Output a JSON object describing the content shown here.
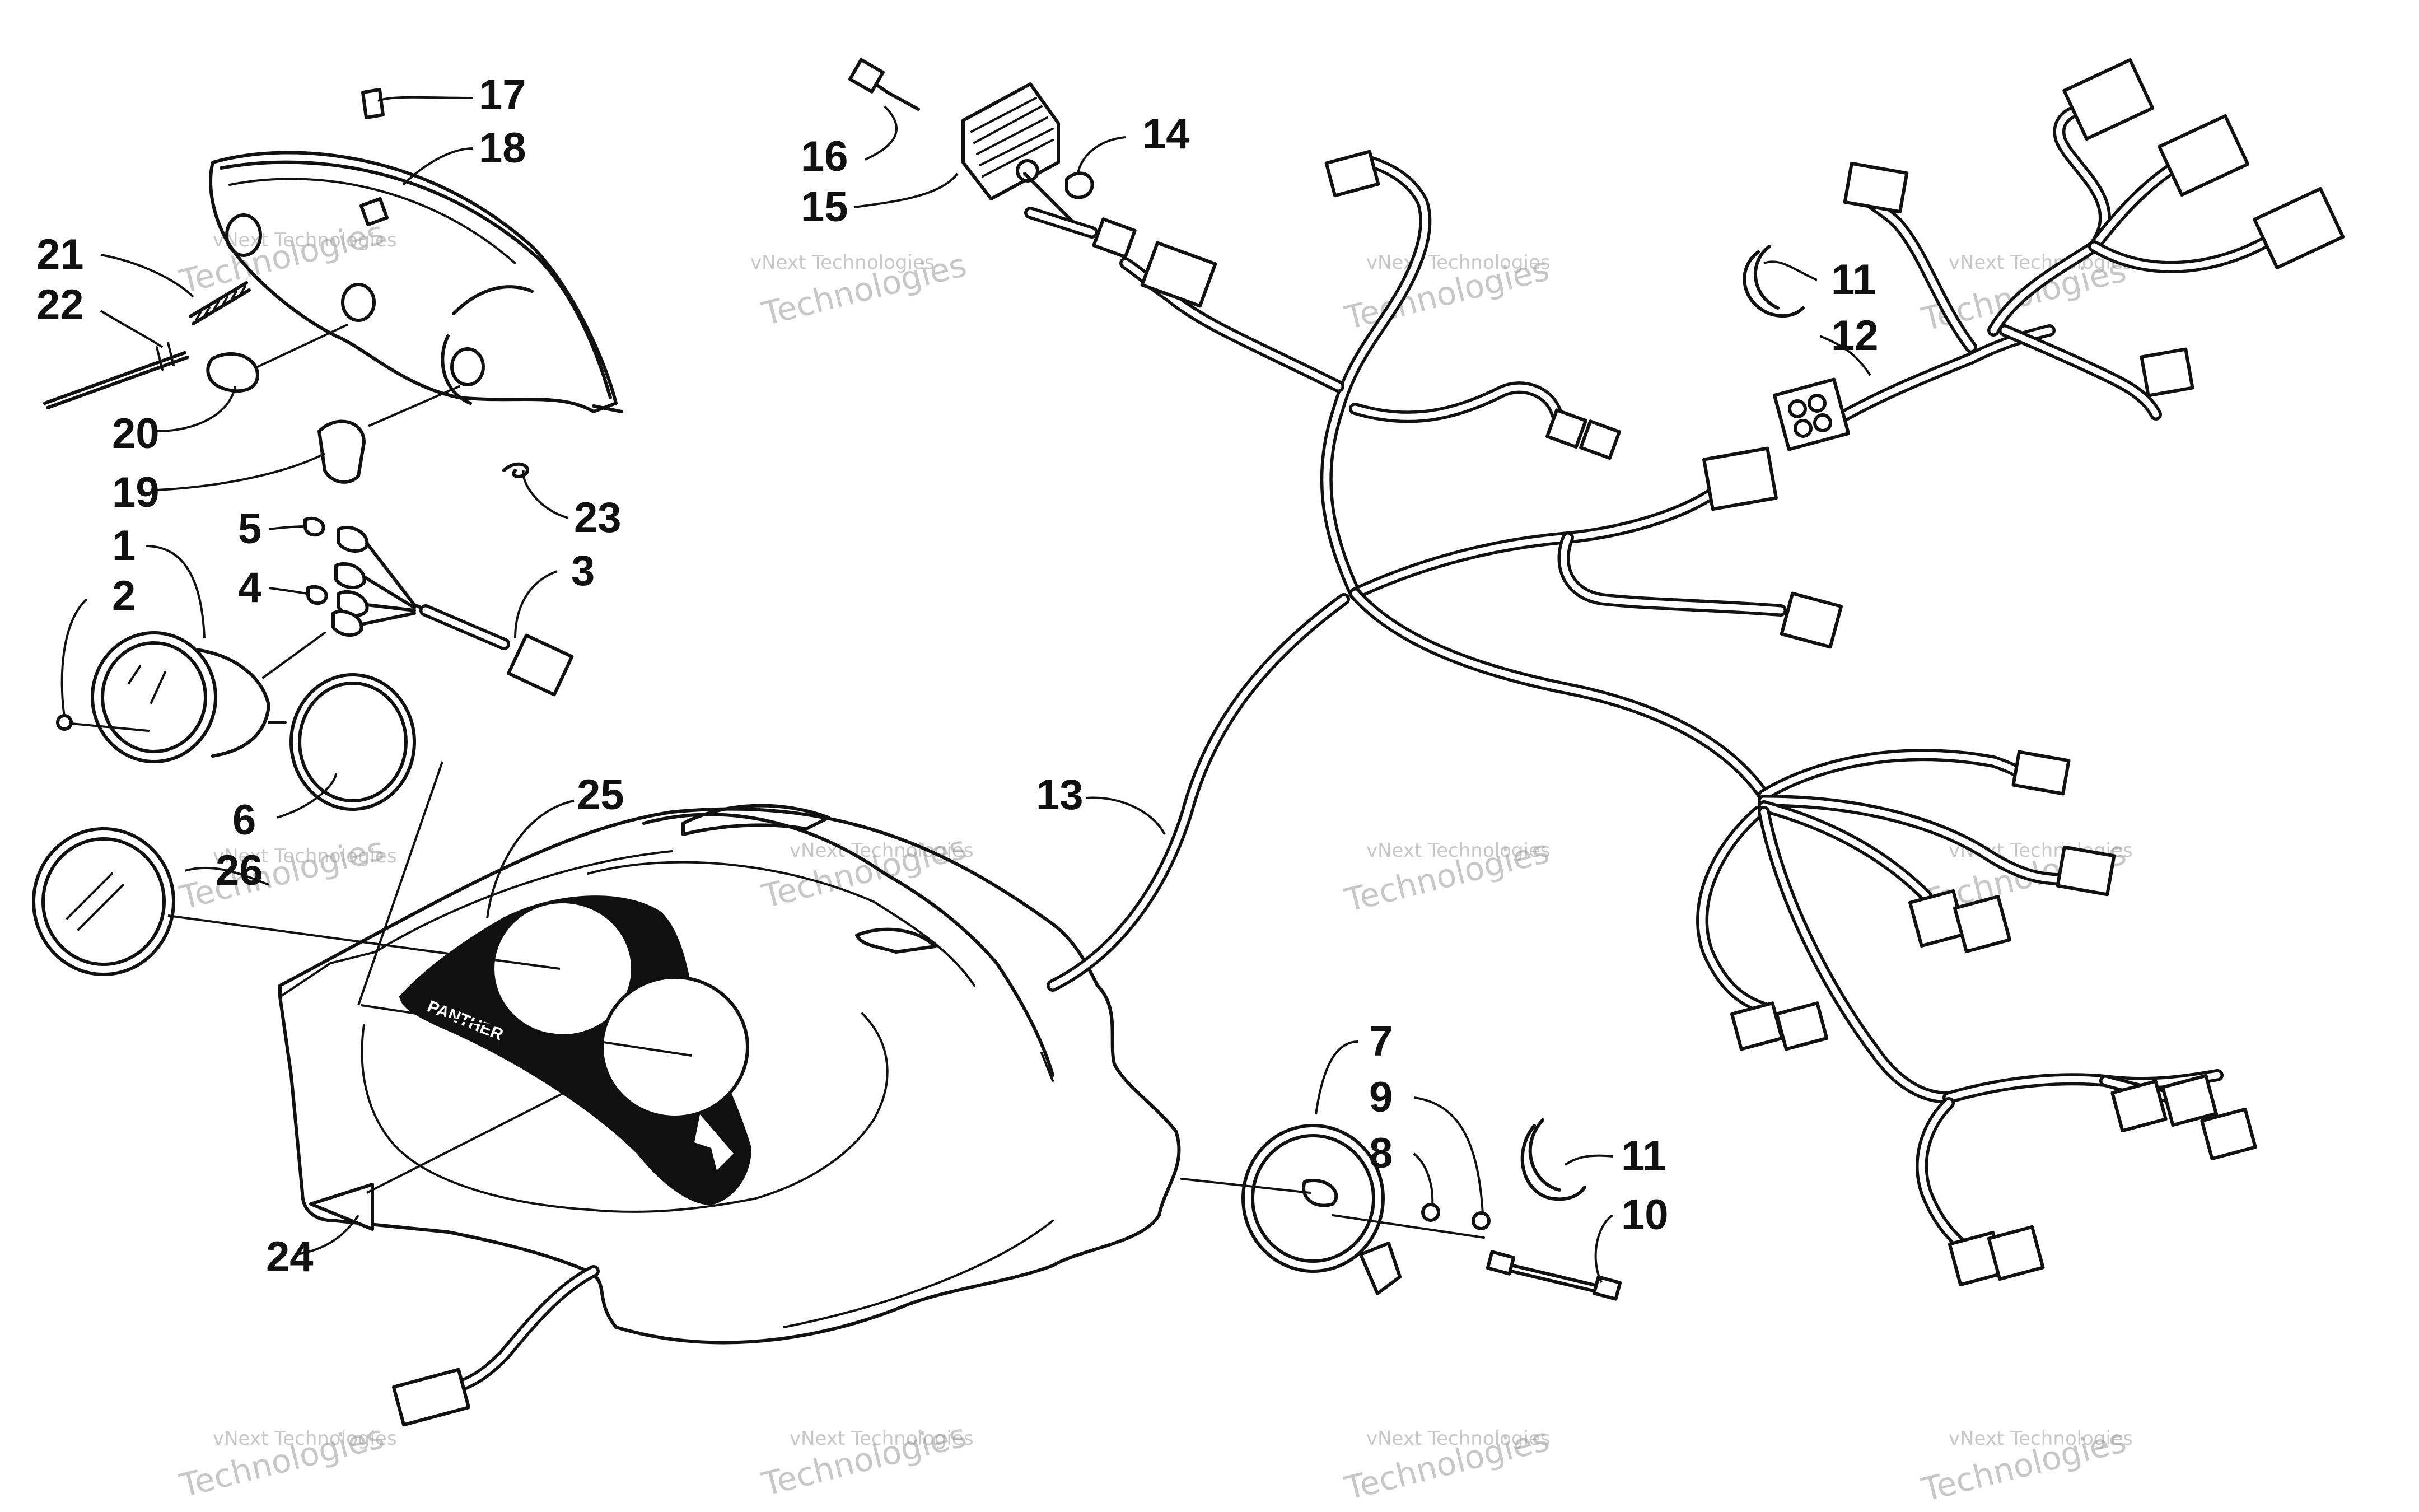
{
  "diagram": {
    "callouts": [
      {
        "id": "1",
        "label": "1"
      },
      {
        "id": "2",
        "label": "2"
      },
      {
        "id": "3",
        "label": "3"
      },
      {
        "id": "4",
        "label": "4"
      },
      {
        "id": "5",
        "label": "5"
      },
      {
        "id": "6",
        "label": "6"
      },
      {
        "id": "7",
        "label": "7"
      },
      {
        "id": "8",
        "label": "8"
      },
      {
        "id": "9",
        "label": "9"
      },
      {
        "id": "10",
        "label": "10"
      },
      {
        "id": "11a",
        "label": "11"
      },
      {
        "id": "11b",
        "label": "11"
      },
      {
        "id": "12",
        "label": "12"
      },
      {
        "id": "13",
        "label": "13"
      },
      {
        "id": "14",
        "label": "14"
      },
      {
        "id": "15",
        "label": "15"
      },
      {
        "id": "16",
        "label": "16"
      },
      {
        "id": "17",
        "label": "17"
      },
      {
        "id": "18",
        "label": "18"
      },
      {
        "id": "19",
        "label": "19"
      },
      {
        "id": "20",
        "label": "20"
      },
      {
        "id": "21",
        "label": "21"
      },
      {
        "id": "22",
        "label": "22"
      },
      {
        "id": "23",
        "label": "23"
      },
      {
        "id": "24",
        "label": "24"
      },
      {
        "id": "25",
        "label": "25"
      },
      {
        "id": "26",
        "label": "26"
      }
    ],
    "watermark": {
      "line1": "vNext Technologies",
      "line2": "Technologies"
    },
    "hood_logo_text": "PANTHER"
  }
}
